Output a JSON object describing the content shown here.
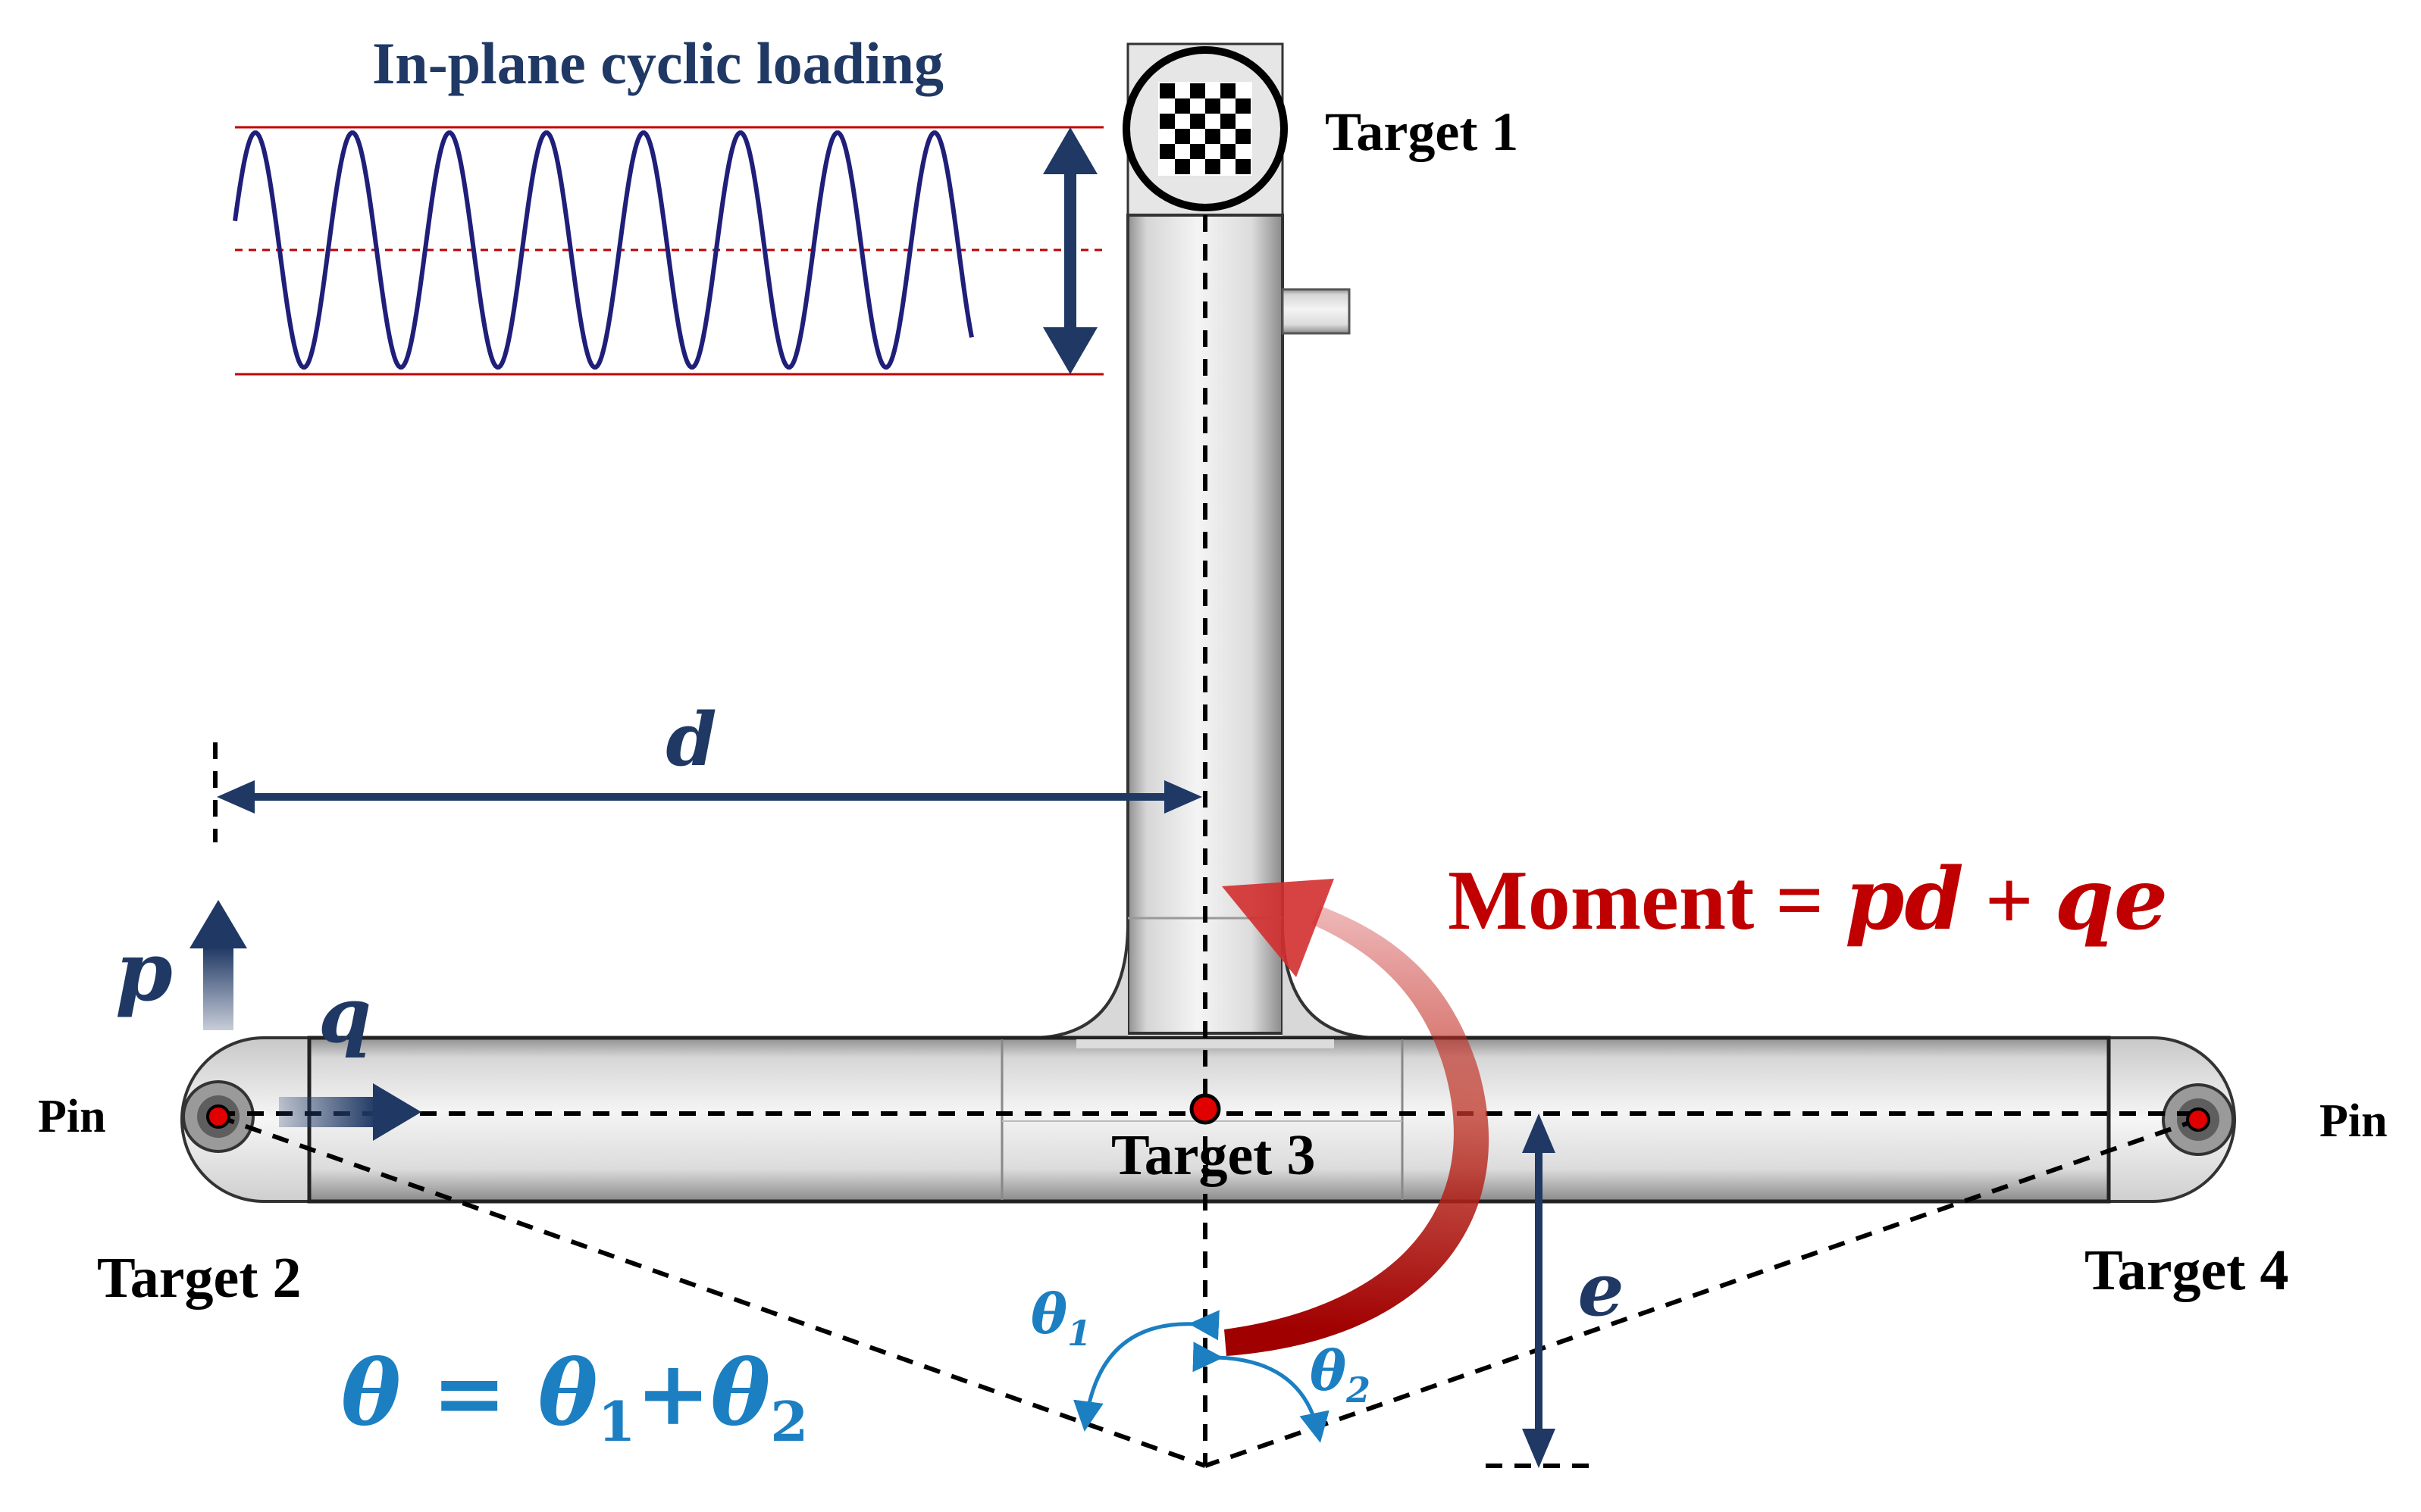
{
  "title": "In-plane cyclic loading",
  "labels": {
    "target1": "Target 1",
    "target2": "Target 2",
    "target3": "Target 3",
    "target4": "Target 4",
    "pin_left": "Pin",
    "pin_right": "Pin"
  },
  "dimensions": {
    "d": "d",
    "e": "e"
  },
  "forces": {
    "p": "p",
    "q": "q"
  },
  "moment": {
    "lhs": "Moment",
    "eq": " = ",
    "t1": "pd",
    "plus": " + ",
    "t2": "qe"
  },
  "theta": {
    "theta": "θ",
    "eq": " = ",
    "theta1": "θ",
    "sub1": "1",
    "plus": "+",
    "theta2": "θ",
    "sub2": "2"
  },
  "angles": {
    "theta1": "θ",
    "sub1": "1",
    "theta2": "θ",
    "sub2": "2"
  },
  "colors": {
    "navy": "#1f3864",
    "red": "#c00000",
    "teal": "#1b7fc2",
    "limit_red": "#c00000"
  }
}
